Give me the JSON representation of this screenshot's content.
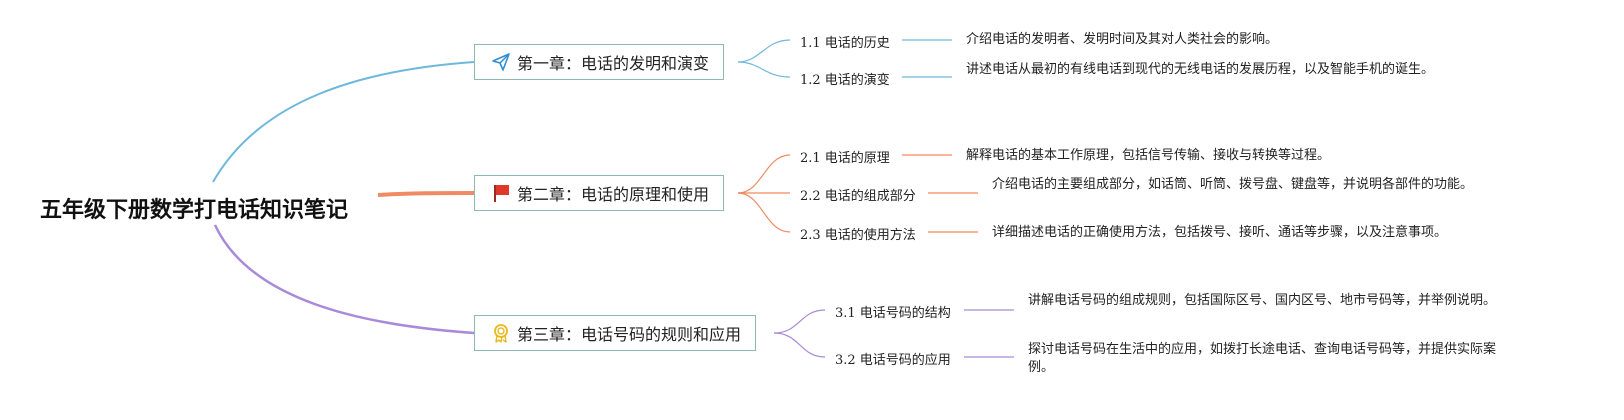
{
  "root": {
    "title": "五年级下册数学打电话知识笔记"
  },
  "colors": {
    "c1": "#6fb8dc",
    "c2": "#ef8a62",
    "c3": "#a98ad8",
    "border": "#8fb8b0"
  },
  "chapters": [
    {
      "title": "第一章：电话的发明和演变",
      "icon": "paper-plane-icon",
      "subs": [
        {
          "label": "1.1 电话的历史",
          "desc": "介绍电话的发明者、发明时间及其对人类社会的影响。"
        },
        {
          "label": "1.2 电话的演变",
          "desc": "讲述电话从最初的有线电话到现代的无线电话的发展历程，以及智能手机的诞生。"
        }
      ]
    },
    {
      "title": "第二章：电话的原理和使用",
      "icon": "red-flag-icon",
      "subs": [
        {
          "label": "2.1 电话的原理",
          "desc": "解释电话的基本工作原理，包括信号传输、接收与转换等过程。"
        },
        {
          "label": "2.2 电话的组成部分",
          "desc": "介绍电话的主要组成部分，如话筒、听筒、拨号盘、键盘等，并说明各部件的功能。"
        },
        {
          "label": "2.3 电话的使用方法",
          "desc": "详细描述电话的正确使用方法，包括拨号、接听、通话等步骤，以及注意事项。"
        }
      ]
    },
    {
      "title": "第三章：电话号码的规则和应用",
      "icon": "award-medal-icon",
      "subs": [
        {
          "label": "3.1 电话号码的结构",
          "desc": "讲解电话号码的组成规则，包括国际区号、国内区号、地市号码等，并举例说明。"
        },
        {
          "label": "3.2 电话号码的应用",
          "desc": "探讨电话号码在生活中的应用，如拨打长途电话、查询电话号码等，并提供实际案例。"
        }
      ]
    }
  ]
}
